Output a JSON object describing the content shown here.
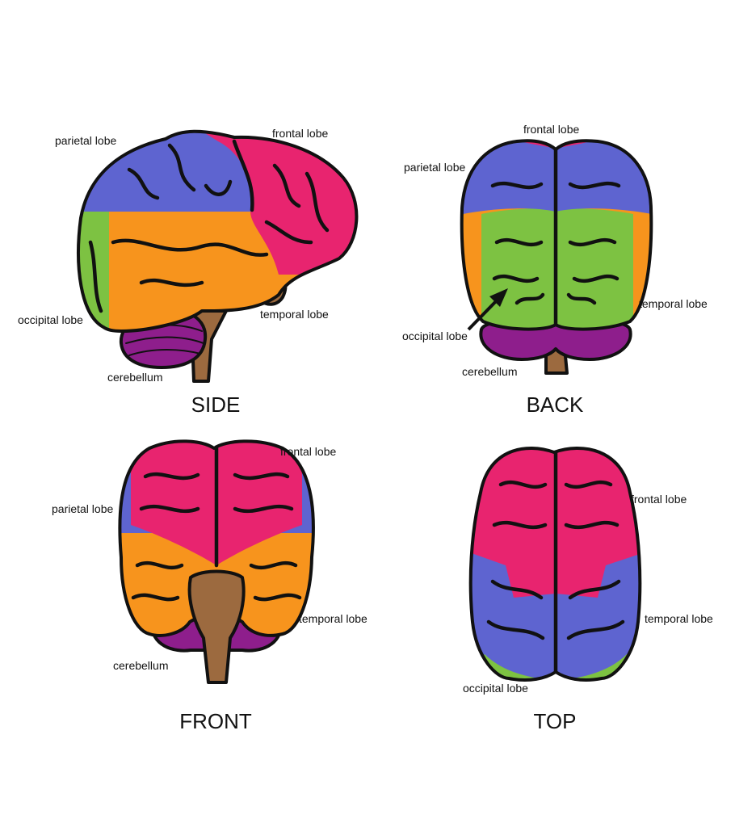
{
  "colors": {
    "frontal": "#E8246F",
    "parietal": "#5E64D0",
    "temporal": "#F7941D",
    "occipital": "#7DC242",
    "cerebellum": "#8E1E8C",
    "brainstem": "#9C6A3F",
    "outline": "#111111"
  },
  "views": {
    "side": {
      "title": "SIDE",
      "labels": {
        "parietal": "parietal lobe",
        "frontal": "frontal lobe",
        "occipital": "occipital lobe",
        "temporal": "temporal lobe",
        "cerebellum": "cerebellum"
      }
    },
    "back": {
      "title": "BACK",
      "labels": {
        "frontal": "frontal lobe",
        "parietal": "parietal lobe",
        "temporal": "temporal lobe",
        "occipital": "occipital lobe",
        "cerebellum": "cerebellum"
      }
    },
    "front": {
      "title": "FRONT",
      "labels": {
        "frontal": "frontal lobe",
        "parietal": "parietal lobe",
        "temporal": "temporal lobe",
        "cerebellum": "cerebellum"
      }
    },
    "top": {
      "title": "TOP",
      "labels": {
        "frontal": "frontal lobe",
        "temporal": "temporal lobe",
        "occipital": "occipital lobe"
      }
    }
  }
}
